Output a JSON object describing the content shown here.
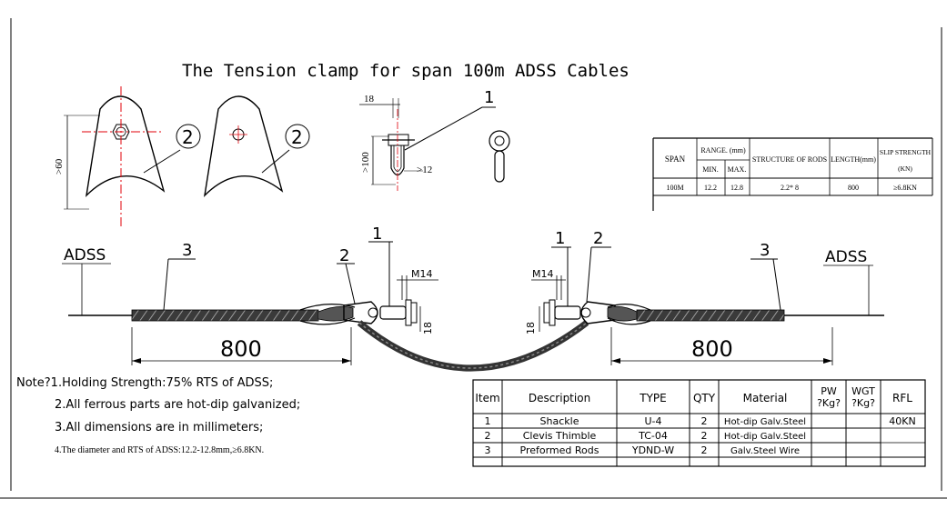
{
  "title": "The Tension clamp for span 100m ADSS Cables",
  "callouts": {
    "part1": "1",
    "part2": "2",
    "part3": "3",
    "shackle_top": "1",
    "ring_label": "2"
  },
  "dims": {
    "height_60": ">60",
    "width_18": "18",
    "height_100": ">100",
    "gap_12": ">12",
    "m14": "M14",
    "d18": "18",
    "len_800": "800",
    "adss": "ADSS"
  },
  "spec_table": {
    "h_span": "SPAN",
    "h_range": "RANGE. (mm)",
    "h_min": "MIN.",
    "h_max": "MAX.",
    "h_structure": "STRUCTURE OF RODS",
    "h_length": "LENGTH(mm)",
    "h_slip": "SLIP STRENGTH",
    "h_slip_unit": "(KN)",
    "r_span": "100M",
    "r_min": "12.2",
    "r_max": "12.8",
    "r_structure": "2.2* 8",
    "r_length": "800",
    "r_slip": "≥6.8KN"
  },
  "notes": [
    "Note?1.Holding Strength:75% RTS of ADSS;",
    "2.All ferrous parts are hot-dip galvanized;",
    "3.All dimensions are in millimeters;",
    "4.The diameter and RTS of ADSS:12.2-12.8mm,≥6.8KN."
  ],
  "parts_table": {
    "headers": [
      "Item",
      "Description",
      "TYPE",
      "QTY",
      "Material",
      "PW ?Kg?",
      "WGT ?Kg?",
      "RFL"
    ],
    "rows": [
      [
        "1",
        "Shackle",
        "U-4",
        "2",
        "Hot-dip Galv.Steel",
        "",
        "",
        "40KN"
      ],
      [
        "2",
        "Clevis Thimble",
        "TC-04",
        "2",
        "Hot-dip Galv.Steel",
        "",
        "",
        ""
      ],
      [
        "3",
        "Preformed Rods",
        "YDND-W",
        "2",
        "Galv.Steel Wire",
        "",
        "",
        ""
      ]
    ]
  },
  "colors": {
    "line": "#000000",
    "centerline": "#e0000a",
    "rod": "#333333"
  }
}
